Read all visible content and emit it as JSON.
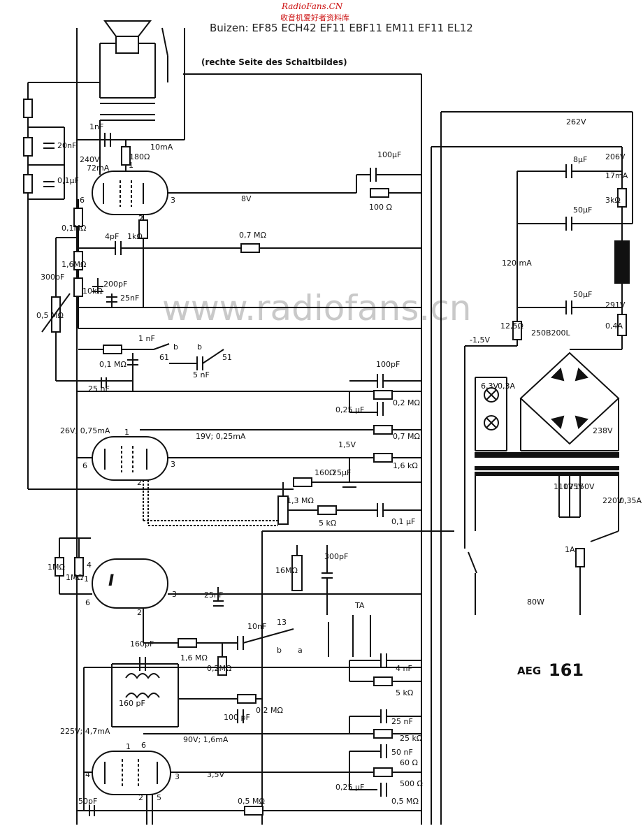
{
  "header": {
    "source_mark": "RadioFans.CN",
    "source_chinese": "收音机爱好者资料库",
    "tube_lineup": "Buizen: EF85  ECH42 EF11 EBF11 EM11 EF11 EL12",
    "subtitle": "(rechte Seite des Schaltbildes)"
  },
  "watermark": "www.radiofans.cn",
  "model": {
    "brand": "AEG",
    "number": "161"
  },
  "labels": {
    "v262": "262V",
    "ma10": "10mA",
    "nf1": "1nF",
    "uf100": "100µF",
    "ohm100": "100 Ω",
    "v8": "8V",
    "v240": "240V",
    "ma72": "72mA",
    "ohm180": "180Ω",
    "nf20": "20nF",
    "uf01": "0,1µF",
    "mohm01": "0,1MΩ",
    "mohm16": "1,6MΩ",
    "pf4": "4pF",
    "kohm1": "1kΩ",
    "mohm07": "0,7 MΩ",
    "pf300": "300pF",
    "kohm10": "10kΩ",
    "pf200": "200pF",
    "nf25": "25nF",
    "mohm05": "0,5 MΩ",
    "nf1b": "1 nF",
    "mohm01b": "0,1 MΩ",
    "s61": "61",
    "sb1": "b",
    "sb2": "b",
    "s51": "51",
    "nf5": "5 nF",
    "nf25b": "25 nF",
    "pf100": "100pF",
    "uf025": "0,25 µF",
    "mohm02": "0,2 MΩ",
    "v26": "26V; 0,75mA",
    "v19": "19V; 0,25mA",
    "mohm07b": "0,7 MΩ",
    "v15": "1,5V",
    "kohm16": "1,6 kΩ",
    "uf25": "25µF",
    "ohm160": "160Ω",
    "mohm13": "1,3 MΩ",
    "kohm5": "5 kΩ",
    "uf01b": "0,1 µF",
    "mohm1a": "1MΩ",
    "mohm1b": "1MΩ",
    "nf25c": "25nF",
    "mohm16b": "16MΩ",
    "pf300b": "300pF",
    "ta": "TA",
    "n13": "13",
    "na": "a",
    "nb": "b",
    "nf10": "10nF",
    "mohm16c": "1,6 MΩ",
    "mohm02b": "0,2MΩ",
    "pf160a": "160pF",
    "pf160b": "160 pF",
    "pf100b": "100 pF",
    "mohm02c": "0,2 MΩ",
    "nf4": "4 nF",
    "kohm5b": "5 kΩ",
    "v225": "225V; 4,7mA",
    "v90": "90V; 1,6mA",
    "nf25d": "25 nF",
    "kohm25": "25 kΩ",
    "nf50": "50 nF",
    "ohm60": "60 Ω",
    "pf50": "50pF",
    "v35": "3,5V",
    "mohm05b": "0,5 MΩ",
    "uf025b": "0,25 µF",
    "ohm500": "500 Ω",
    "mohm05c": "0,5 MΩ",
    "v206": "206V",
    "ma17": "17mA",
    "uf8": "8µF",
    "uf50a": "50µF",
    "kohm3": "3kΩ",
    "ma120": "120 mA",
    "uf50b": "50µF",
    "v291": "291V",
    "ohm125": "12,5Ω",
    "a04": "0,4A",
    "v15n": "-1,5V",
    "rect": "250B200L",
    "v63": "6,3V",
    "a03": "0,3A",
    "v238": "238V",
    "v110": "110V",
    "v125": "125V",
    "v150": "150V",
    "v220": "220V",
    "a035": "0,35A",
    "a1": "1A",
    "w80": "80W",
    "pin6a": "6",
    "pin3a": "3",
    "pin2a": "2",
    "pin1a": "1",
    "pin6b": "6",
    "pin3b": "3",
    "pin2b": "2",
    "pin1b": "1",
    "pin6c": "6",
    "pin3c": "3",
    "pin2c": "2",
    "pin1c": "1",
    "pin4c": "4",
    "pin6d": "6",
    "pin3d": "3",
    "pin2d": "2",
    "pin1d": "1",
    "pin4d": "4",
    "pin5d": "5",
    "roman1": "I"
  },
  "colors": {
    "ink": "#111111",
    "paper": "#ffffff",
    "watermark": "#c9c9c9",
    "header_red": "#cc1111"
  }
}
